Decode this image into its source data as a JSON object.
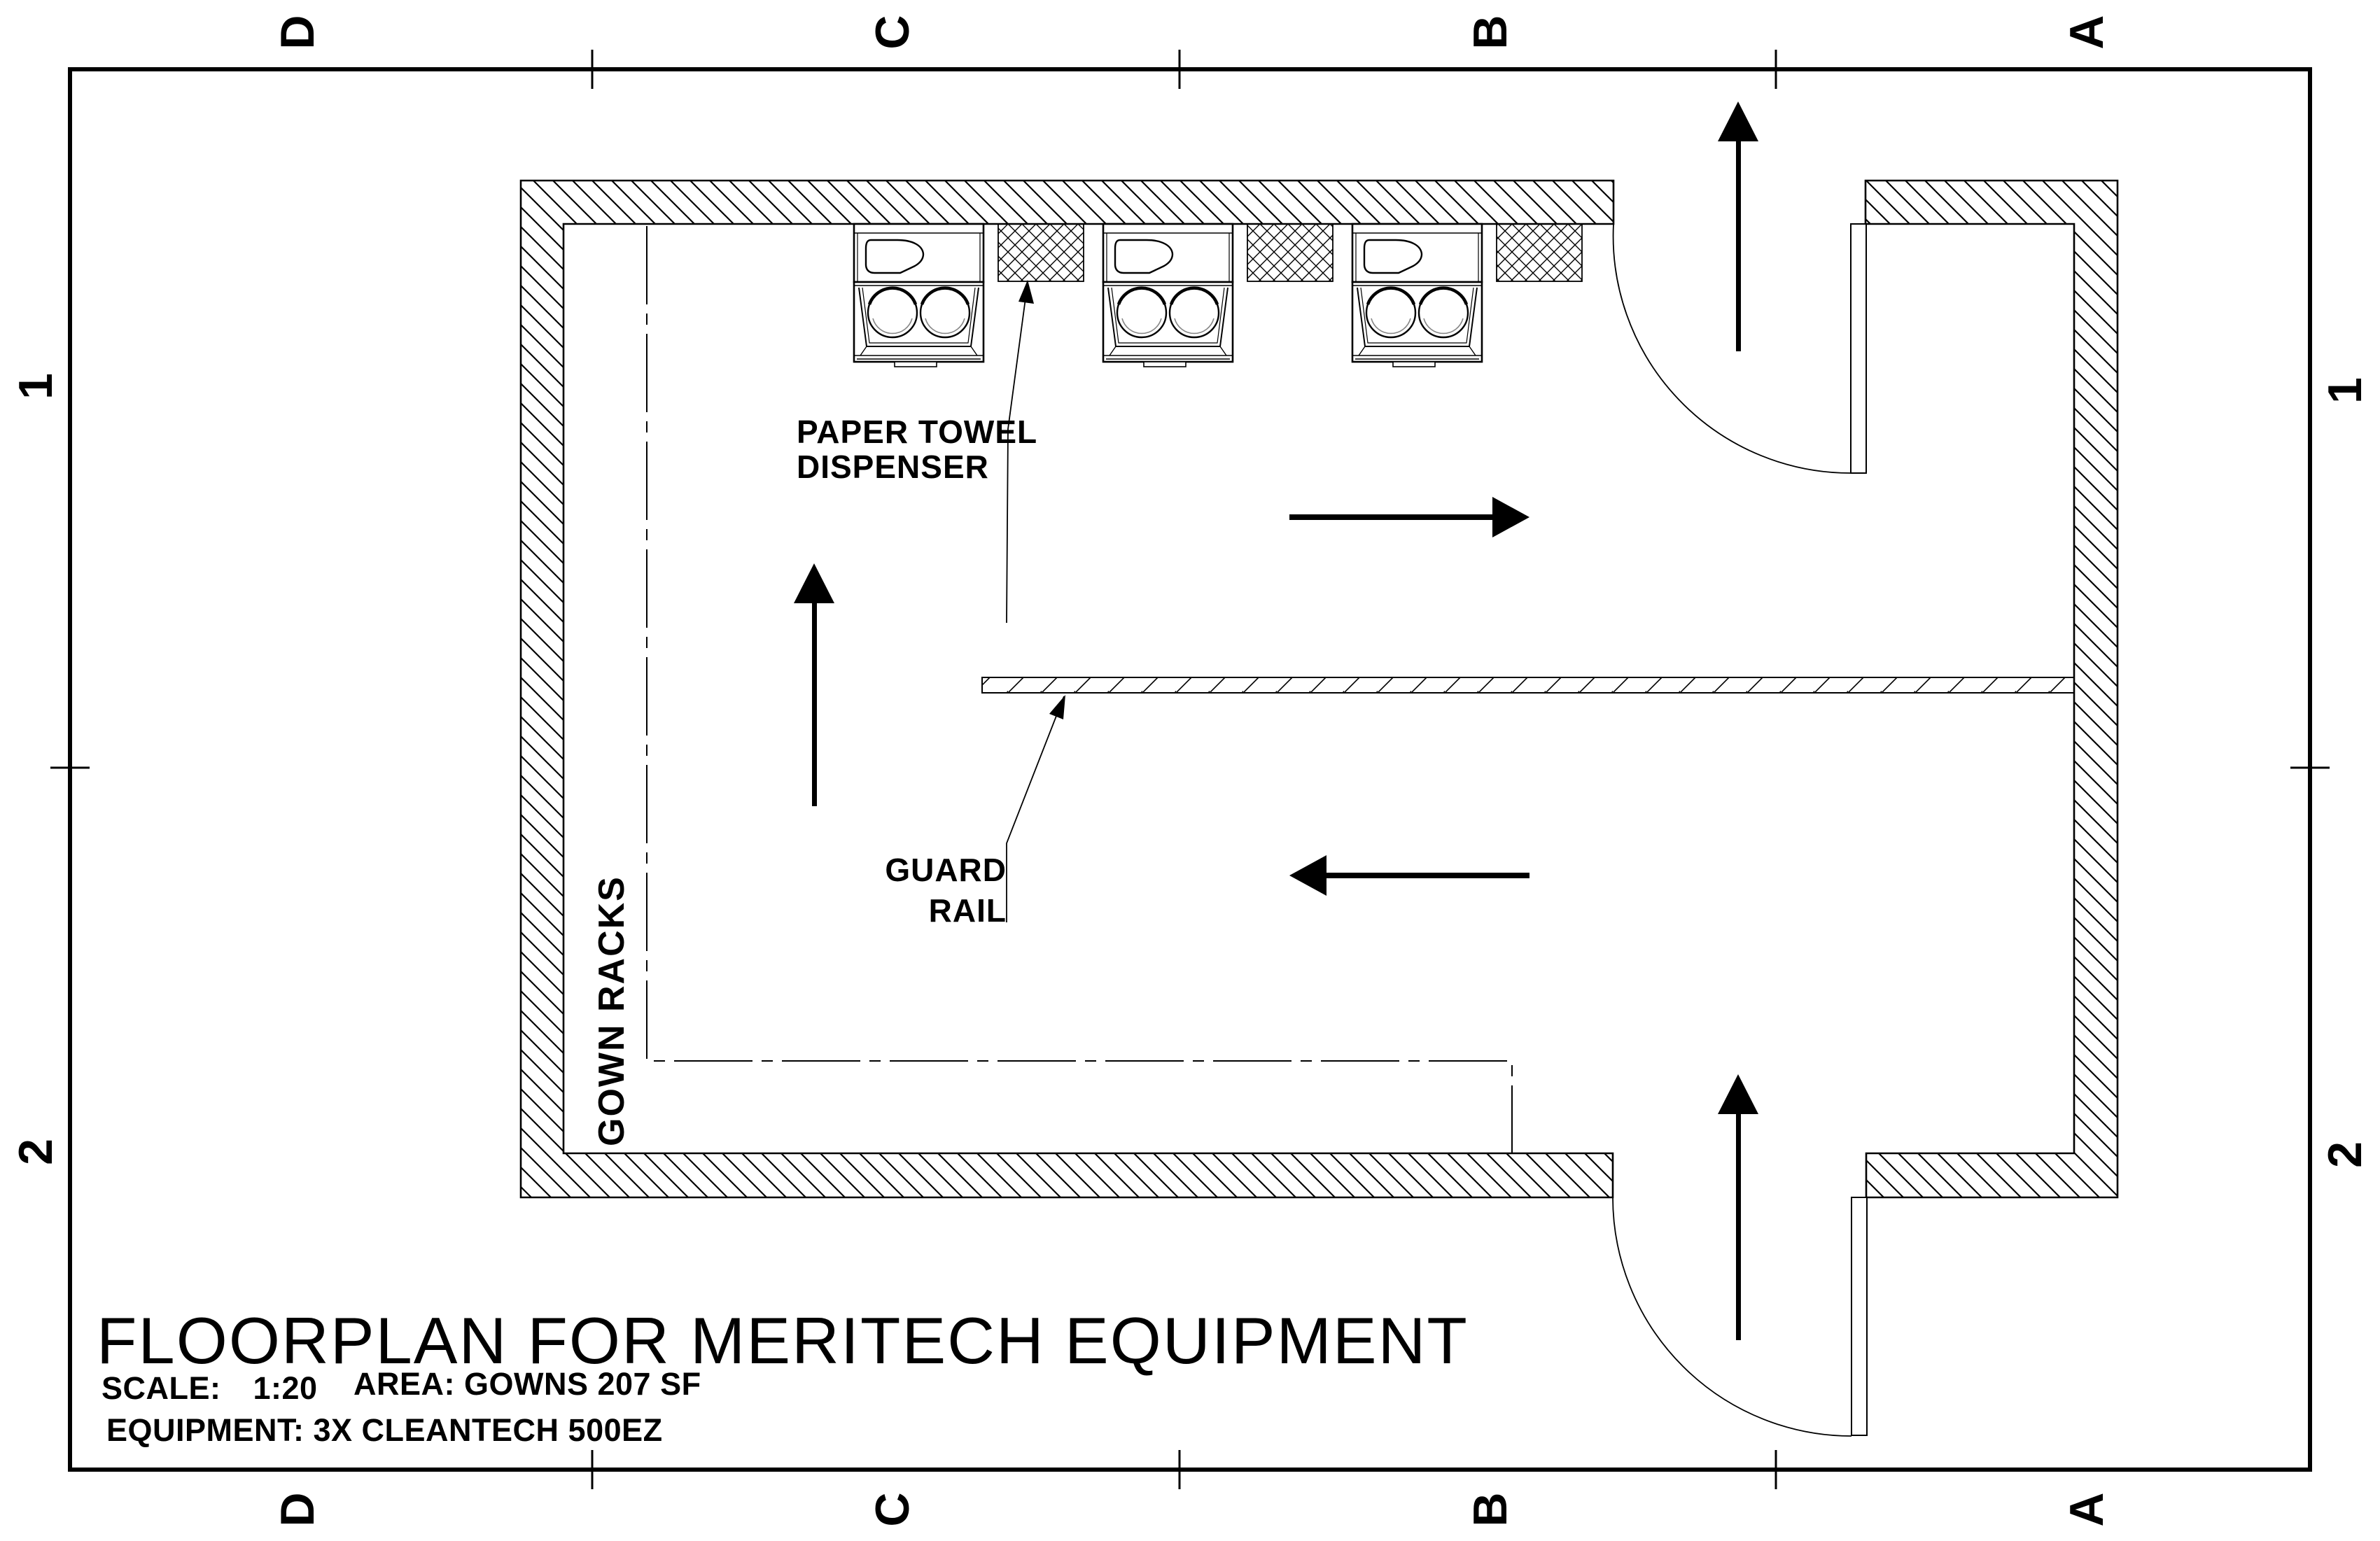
{
  "title_block": {
    "title": "FLOORPLAN FOR MERITECH EQUIPMENT",
    "scale_label": "SCALE:",
    "scale_value": "1:20",
    "area": "AREA: GOWNS 207 SF",
    "equipment": "EQUIPMENT: 3X CLEANTECH 500EZ"
  },
  "annotations": {
    "paper_towel_line1": "PAPER TOWEL",
    "paper_towel_line2": "DISPENSER",
    "guard_rail_line1": "GUARD",
    "guard_rail_line2": "RAIL",
    "gown_racks": "GOWN RACKS"
  },
  "grid": {
    "top": [
      "D",
      "C",
      "B",
      "A"
    ],
    "bottom": [
      "D",
      "C",
      "B",
      "A"
    ],
    "left": [
      "1",
      "2"
    ],
    "right": [
      "1",
      "2"
    ]
  },
  "equipment": {
    "units": [
      {
        "name": "cleantech-500ez-unit-1"
      },
      {
        "name": "cleantech-500ez-unit-2"
      },
      {
        "name": "cleantech-500ez-unit-3"
      }
    ],
    "dispensers": [
      {
        "name": "paper-towel-dispenser-1"
      },
      {
        "name": "paper-towel-dispenser-2"
      },
      {
        "name": "paper-towel-dispenser-3"
      }
    ]
  },
  "colors": {
    "ink": "#000000",
    "paper": "#ffffff",
    "basin_inner_arc": "#888888"
  }
}
